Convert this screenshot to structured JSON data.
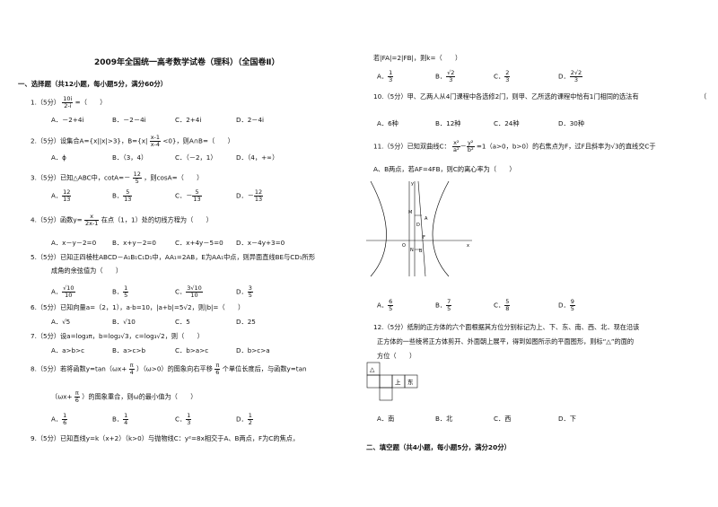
{
  "title": "2009年全国统一高考数学试卷（理科）（全国卷Ⅱ）",
  "section1": "一、选择题（共12小题，每小题5分，满分60分）",
  "section2": "二、填空题（共4小题，每小题5分，满分20分）",
  "questions": {
    "q1": {
      "stem_a": "1.（5分）",
      "frac_n": "10i",
      "frac_d": "2-i",
      "stem_b": "=（　　）",
      "options": [
        "A．－2+4i",
        "B．－2－4i",
        "C．2+4i",
        "D．2－4i"
      ]
    },
    "q2": {
      "stem_a": "2.（5分）设集合A={x||x|>3}，B={x|",
      "frac_n": "x-1",
      "frac_d": "x-4",
      "stem_b": "<0}，则A∩B=（　　）",
      "options": [
        "A．ϕ",
        "B．（3，4）",
        "C．（－2，1）",
        "D．（4，+∞）"
      ]
    },
    "q3": {
      "stem_a": "3.（5分）已知△ABC中，cotA=－",
      "frac_n": "12",
      "frac_d": "5",
      "stem_b": "，则cosA=（　　）",
      "options": [
        [
          "A．",
          "12",
          "13"
        ],
        [
          "B．",
          "5",
          "13"
        ],
        [
          "C．－",
          "5",
          "13"
        ],
        [
          "D．－",
          "12",
          "13"
        ]
      ]
    },
    "q4": {
      "stem_a": "4.（5分）函数y=",
      "frac_n": "x",
      "frac_d": "2x-1",
      "stem_b": "在点（1，1）处的切线方程为（　　）",
      "options": [
        "A．x－y－2=0",
        "B．x+y－2=0",
        "C．x+4y－5=0",
        "D．x－4y+3=0"
      ]
    },
    "q5": {
      "stem": "5.（5分）已知正四棱柱ABCD－A₁B₁C₁D₁中，AA₁=2AB，E为AA₁中点，则异面直线BE与CD₁所形",
      "stem2": "成角的余弦值为（　　）",
      "options": [
        [
          "A．",
          "√10",
          "10"
        ],
        [
          "B．",
          "1",
          "5"
        ],
        [
          "C．",
          "3√10",
          "10"
        ],
        [
          "D．",
          "3",
          "5"
        ]
      ]
    },
    "q6": {
      "stem": "6.（5分）已知向量a=（2，1），a·b=10，|a+b|=5√2，则|b|=（　　）",
      "options": [
        "A．√5",
        "B．√10",
        "C．5",
        "D．25"
      ]
    },
    "q7": {
      "stem": "7.（5分）设a=log₃π，b=log₂√3，c=log₃√2，则（　　）",
      "options": [
        "A．a>b>c",
        "B．a>c>b",
        "C．b>a>c",
        "D．b>c>a"
      ]
    },
    "q8": {
      "stem_a": "8.（5分）若将函数y=tan（ωx+",
      "frac_n": "π",
      "frac_d": "4",
      "stem_b": "）（ω>0）的图象向右平移",
      "frac2_n": "π",
      "frac2_d": "6",
      "stem_c": "个单位长度后，与函数y=tan",
      "stem2_a": "（ωx+",
      "stem2_b": "）的图象重合，则ω的最小值为（　　）",
      "options": [
        [
          "A．",
          "1",
          "6"
        ],
        [
          "B．",
          "1",
          "4"
        ],
        [
          "C．",
          "1",
          "3"
        ],
        [
          "D．",
          "1",
          "2"
        ]
      ]
    },
    "q9": {
      "stem": "9.（5分）已知直线y=k（x+2）（k>0）与抛物线C：y²=8x相交于A、B两点，F为C的焦点，",
      "stem2": "若|FA|=2|FB|，则k=（　　）",
      "options": [
        [
          "A．",
          "1",
          "3"
        ],
        [
          "B．",
          "√2",
          "3"
        ],
        [
          "C．",
          "2",
          "3"
        ],
        [
          "D．",
          "2√2",
          "3"
        ]
      ]
    },
    "q10": {
      "stem": "10.（5分）甲、乙两人从4门课程中各选修2门，则甲、乙所选的课程中恰有1门相同的选法有",
      "stem2": "（　　）",
      "options": [
        "A．6种",
        "B．12种",
        "C．24种",
        "D．30种"
      ]
    },
    "q11": {
      "stem_a": "11.（5分）已知双曲线C：",
      "f1n": "x²",
      "f1d": "a²",
      "mid": "－",
      "f2n": "y²",
      "f2d": "b²",
      "stem_b": "=1（a>0，b>0）的右焦点为F，过F且斜率为√3的直线交C于",
      "stem2": "A、B两点，若AF=4FB，则C的离心率为（　　）",
      "options": [
        [
          "A．",
          "6",
          "5"
        ],
        [
          "B．",
          "7",
          "5"
        ],
        [
          "C．",
          "5",
          "8"
        ],
        [
          "D．",
          "9",
          "5"
        ]
      ]
    },
    "q12": {
      "stem": "12.（5分）纸制的正方体的六个面根据其方位分别标记为上、下、东、南、西、北．现在沿该",
      "stem2": "正方体的一些棱将正方体剪开、外面朝上展平，得到如图所示的平面图形，则标“△”的面的",
      "stem3": "方位（　　）",
      "options": [
        "A．南",
        "B．北",
        "C．西",
        "D．下"
      ]
    }
  },
  "figure11": {
    "labels": {
      "M": "M",
      "A": "A",
      "D": "D",
      "F": "F",
      "N": "N",
      "B": "B",
      "O": "O",
      "x": "x",
      "y": "y"
    }
  },
  "figure12": {
    "labels": {
      "tri": "△",
      "up": "上",
      "east": "东"
    }
  }
}
